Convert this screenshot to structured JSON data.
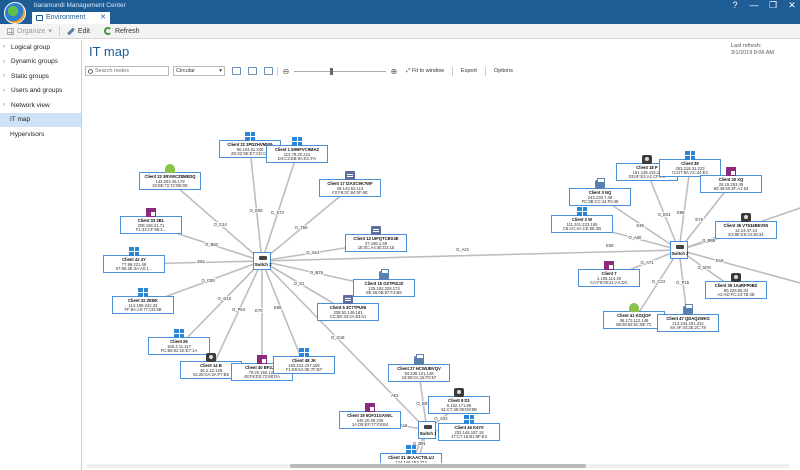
{
  "window": {
    "app_title": "baramundi Management Center",
    "tab_label": "Environment",
    "tab_close": "✕",
    "controls": [
      "?",
      "—",
      "❐",
      "✕"
    ]
  },
  "toolbar": {
    "organize_label": "Organize",
    "edit_label": "Edit",
    "refresh_label": "Refresh"
  },
  "sidebar": {
    "items": [
      {
        "label": "Logical group",
        "chevron": "›",
        "level": 0,
        "active": false
      },
      {
        "label": "Dynamic groups",
        "chevron": "›",
        "level": 0,
        "active": false
      },
      {
        "label": "Static groups",
        "chevron": "›",
        "level": 0,
        "active": false
      },
      {
        "label": "Users and groups",
        "chevron": "›",
        "level": 0,
        "active": false
      },
      {
        "label": "Network view",
        "chevron": "›",
        "level": 0,
        "active": false
      },
      {
        "label": "IT map",
        "chevron": "",
        "level": 1,
        "active": true
      },
      {
        "label": "Hypervisors",
        "chevron": "",
        "level": 1,
        "active": false
      }
    ]
  },
  "main": {
    "title": "IT map",
    "last_refresh_label": "Last refresh:",
    "last_refresh_value": "3/1/2019 8:06 AM"
  },
  "map_toolbar": {
    "search_placeholder": "Search nodes",
    "layout_value": "Circular",
    "fit_label": "Fit to window",
    "export_label": "Export",
    "options_label": "Options",
    "zoom_level": 0.4
  },
  "map": {
    "switches": [
      {
        "id": "s3",
        "label": "Switch 3"
      },
      {
        "id": "s2",
        "label": "Switch 2"
      },
      {
        "id": "s1",
        "label": "Switch 1"
      }
    ],
    "nodes": [
      {
        "id": "c22",
        "icon": "win",
        "name": "Client 22 3PDZHVMW9",
        "ip": "90.104.61.240",
        "mac": "2D:02:9E:E7:CD:CE"
      },
      {
        "id": "c1",
        "icon": "win",
        "name": "Client 1 5I99FVC9MAZ",
        "ip": "114.79.20.221",
        "mac": "D4:C2:EB:9A:EC:FA"
      },
      {
        "id": "c22b",
        "icon": "android",
        "name": "Client 22 3RVWCZ8MEDQ",
        "ip": "143.203.46.179",
        "mac": "32:8E:72:72:0B:9D"
      },
      {
        "id": "c17",
        "icon": "server",
        "name": "Client 17 IZASC9K7WF",
        "ip": "49.143.52.113",
        "mac": "F2:F8:3C:64:0F:6E"
      },
      {
        "id": "c33",
        "icon": "linux",
        "name": "Client 33 2BL",
        "ip": "208.158.21.71",
        "mac": "F1:33:CF:68:2..."
      },
      {
        "id": "c12",
        "icon": "server",
        "name": "Client 12 UIFQTCBX3E",
        "ip": "27.186.1.68",
        "mac": "1E:0C:A4:4E:D2:15"
      },
      {
        "id": "c42",
        "icon": "win",
        "name": "Client 42 4Y",
        "ip": "77.99.221.48",
        "mac": "07:85:2E:3A:A0:1..."
      },
      {
        "id": "c15",
        "icon": "printer",
        "name": "Client 15 OZ7PIDJZ",
        "ip": "125.192.228.173",
        "mac": "8E:26:0B:97:F4:B6"
      },
      {
        "id": "c32",
        "icon": "win",
        "name": "Client 32 ZEBK",
        "ip": "114.188.242.33",
        "mac": "FF:9A:A0:77:CD:5B"
      },
      {
        "id": "c5",
        "icon": "server",
        "name": "Client 5 3C7TPUNI",
        "ip": "238.52.146.181",
        "mac": "CC:8D:33:2A:63:01"
      },
      {
        "id": "c26",
        "icon": "win",
        "name": "Client 26",
        "ip": "165.4.11.117",
        "mac": "FC:B8:62:1E:E7:1A"
      },
      {
        "id": "c14",
        "icon": "mac",
        "name": "Client 14 B",
        "ip": "46.2.12.148",
        "mac": "54:2E:0A:3A:F7:B5"
      },
      {
        "id": "c40",
        "icon": "linux",
        "name": "Client 40 BF3J4T",
        "ip": "79.20.150.122",
        "mac": "48:F8:D0:72:88:DA"
      },
      {
        "id": "c48",
        "icon": "win",
        "name": "Client 48 JK",
        "ip": "160.222.237.166",
        "mac": "F1:E6:5A:0E:7F:B7"
      },
      {
        "id": "c27",
        "icon": "printer",
        "name": "Client 27 HCWUBVQV",
        "ip": "93.238.101.148",
        "mac": "19:60:0A:15:F0:57"
      },
      {
        "id": "c8",
        "icon": "mac",
        "name": "Client 8 D1",
        "ip": "9.152.171.86",
        "mac": "51:C7:38:08:D9:9B"
      },
      {
        "id": "c19",
        "icon": "linux",
        "name": "Client 19 5OF21GAVEL",
        "ip": "245.20.29.225",
        "mac": "1A:D8:EF:77:F8:B4"
      },
      {
        "id": "c46",
        "icon": "win",
        "name": "Client 46 K4Y0",
        "ip": "232.146.187.19",
        "mac": "47:C7:16:B1:8F:E3"
      },
      {
        "id": "c31",
        "icon": "win",
        "name": "Client 31 4KAACT0LUJ",
        "ip": "124.146.183.223",
        "mac": "16:08:0C:2C:0C:08"
      },
      {
        "id": "c18",
        "icon": "mac",
        "name": "Client 18 P",
        "ip": "151.135.115.15",
        "mac": "03:6F:E3:A2:CF:FC"
      },
      {
        "id": "c38",
        "icon": "win",
        "name": "Client 38",
        "ip": "253.218.31.223",
        "mac": "71:D7:8A:AC:44:EC"
      },
      {
        "id": "c20",
        "icon": "linux",
        "name": "Client 20 XQ",
        "ip": "28.15.253.49",
        "mac": "60:46:50:2F:A1:54"
      },
      {
        "id": "c3",
        "icon": "printer",
        "name": "Client 3 NQ",
        "ip": "243.230.7.48",
        "mac": "FC:8B:CC:44:F0:48"
      },
      {
        "id": "c2",
        "icon": "win",
        "name": "Client 2 W",
        "ip": "111.241.223.155",
        "mac": "C8:AC:4A:CE:8E:2B"
      },
      {
        "id": "c36",
        "icon": "mac",
        "name": "Client 36 VT534BEV9S",
        "ip": "14.14.47.24",
        "mac": "E3:8E:E9:24:45:34"
      },
      {
        "id": "c7",
        "icon": "linux",
        "name": "Client 7",
        "ip": "1.195.114.40",
        "mac": "CA:F8:08:21:AA:DC"
      },
      {
        "id": "c35",
        "icon": "mac",
        "name": "Client 35 1A4RFP0BZ",
        "ip": "80.229.85.34",
        "mac": "A2:AD:FC:24:7B:4E"
      },
      {
        "id": "c41",
        "icon": "android",
        "name": "Client 41 KGQOF",
        "ip": "36.173.112.148",
        "mac": "88:08:63:5C:8E:7C"
      },
      {
        "id": "c47",
        "icon": "printer",
        "name": "Client 47 QDAQ2WKS",
        "ip": "212.244.191.232",
        "mac": "8A:4F:44:2E:2C:78"
      }
    ],
    "edge_labels": [
      "O_E65",
      "O_S73",
      "O_C44",
      "O_T56",
      "O_B82",
      "O_S14",
      "E52",
      "O_B79",
      "O_C58",
      "O_S1",
      "O_G10",
      "O_P64",
      "E70",
      "E88",
      "O_E01",
      "E89",
      "E79",
      "E46",
      "O_A60",
      "O_B88",
      "O_A71",
      "O_B78",
      "O_C23",
      "O_P15",
      "O_B87",
      "O_A33",
      "O_A16",
      "O_E47",
      "O_B91",
      "O_E29",
      "O_A21",
      "O_G18",
      "A53",
      "E08",
      "E19",
      "O_B40",
      "O_A59",
      "O_S48",
      "O_P63"
    ]
  }
}
